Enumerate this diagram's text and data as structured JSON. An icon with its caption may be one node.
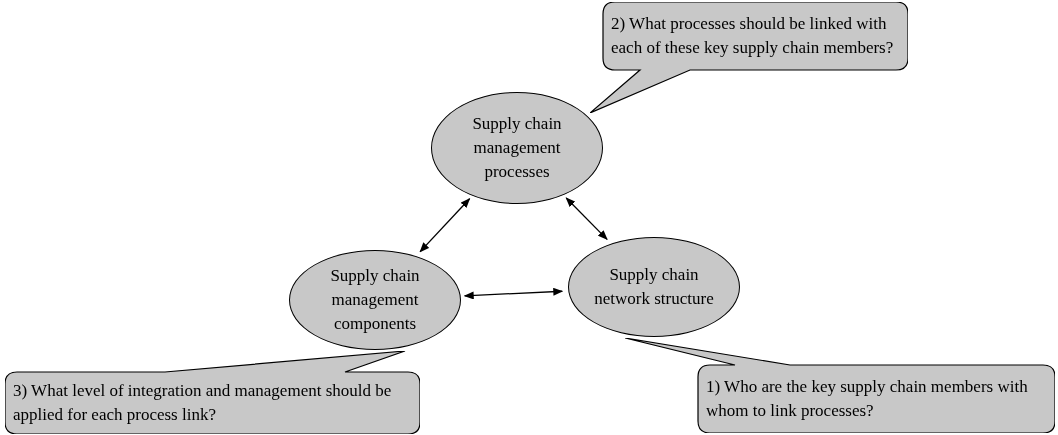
{
  "diagram": {
    "nodes": [
      {
        "text": [
          "Supply chain management processes"
        ]
      },
      {
        "text": [
          "Supply chain management components"
        ]
      },
      {
        "text": [
          "Supply chain network structure"
        ]
      },
      {
        "text": [
          "2) What processes should be linked with each of these key supply chain  members?"
        ]
      },
      {
        "text": [
          "3) What level of integration and management should be applied for each process link?"
        ]
      },
      {
        "text": [
          "1) Who are the key supply chain members with whom to link processes?"
        ]
      }
    ],
    "edges": [
      {
        "from": 0,
        "to": 1,
        "arrow": "both"
      },
      {
        "from": 0,
        "to": 2,
        "arrow": "both"
      },
      {
        "from": 1,
        "to": 2,
        "arrow": "both"
      }
    ]
  }
}
